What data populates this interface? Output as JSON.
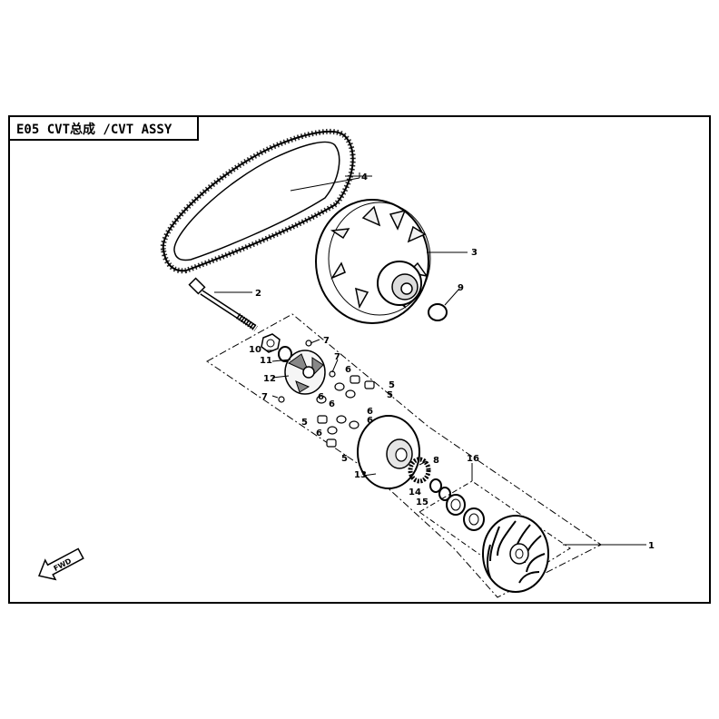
{
  "title": "E05 CVT总成 /CVT ASSY",
  "direction_label": "FWD",
  "callouts": [
    "1",
    "2",
    "3",
    "4",
    "5",
    "5",
    "5",
    "5",
    "6",
    "6",
    "6",
    "6",
    "6",
    "6",
    "7",
    "7",
    "7",
    "8",
    "9",
    "10",
    "11",
    "12",
    "13",
    "14",
    "15",
    "16"
  ],
  "colors": {
    "ink": "#000000",
    "paper": "#ffffff"
  },
  "icons": [
    "forward-arrow-icon"
  ]
}
